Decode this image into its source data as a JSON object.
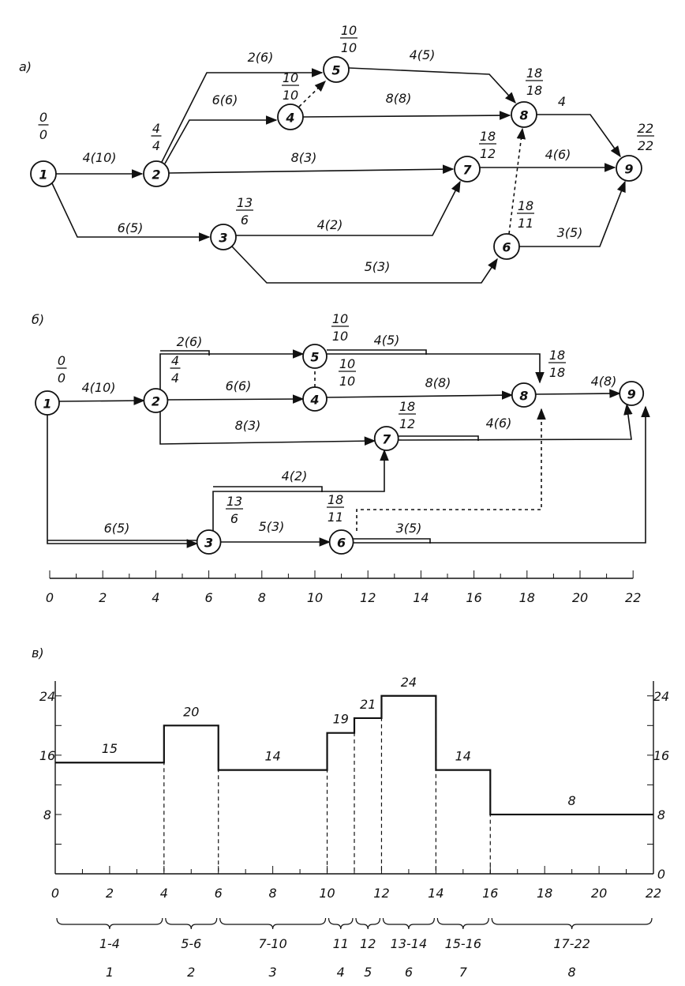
{
  "panel_a": {
    "label": "а)",
    "nodes": [
      {
        "id": "1",
        "top": "0",
        "bottom": "0"
      },
      {
        "id": "2",
        "top": "4",
        "bottom": "4"
      },
      {
        "id": "3",
        "top": "13",
        "bottom": "6"
      },
      {
        "id": "4",
        "top": "10",
        "bottom": "10"
      },
      {
        "id": "5",
        "top": "10",
        "bottom": "10"
      },
      {
        "id": "6",
        "top": "18",
        "bottom": "11"
      },
      {
        "id": "7",
        "top": "18",
        "bottom": "12"
      },
      {
        "id": "8",
        "top": "18",
        "bottom": "18"
      },
      {
        "id": "9",
        "top": "22",
        "bottom": "22"
      }
    ],
    "edges": [
      {
        "from": "1",
        "to": "2",
        "label": "4(10)"
      },
      {
        "from": "1",
        "to": "3",
        "label": "6(5)"
      },
      {
        "from": "2",
        "to": "5",
        "label": "2(6)"
      },
      {
        "from": "2",
        "to": "4",
        "label": "6(6)"
      },
      {
        "from": "2",
        "to": "7",
        "label": "8(3)"
      },
      {
        "from": "4",
        "to": "5",
        "label": "",
        "dashed": true
      },
      {
        "from": "4",
        "to": "8",
        "label": "8(8)"
      },
      {
        "from": "5",
        "to": "8",
        "label": "4(5)"
      },
      {
        "from": "3",
        "to": "7",
        "label": "4(2)"
      },
      {
        "from": "3",
        "to": "6",
        "label": "5(3)"
      },
      {
        "from": "6",
        "to": "8",
        "label": "",
        "dashed": true
      },
      {
        "from": "7",
        "to": "9",
        "label": "4(6)"
      },
      {
        "from": "8",
        "to": "9",
        "label": "4"
      },
      {
        "from": "6",
        "to": "9",
        "label": "3(5)"
      }
    ]
  },
  "panel_b": {
    "label": "б)",
    "node_labels": {
      "1": {
        "top": "0",
        "bottom": "0"
      },
      "2": {
        "top": "4",
        "bottom": "4"
      },
      "3": {
        "top": "13",
        "bottom": "6"
      },
      "4": {
        "top": "10",
        "bottom": "10"
      },
      "5": {
        "top": "10",
        "bottom": "10"
      },
      "6": {
        "top": "18",
        "bottom": "11"
      },
      "7": {
        "top": "18",
        "bottom": "12"
      },
      "8": {
        "top": "18",
        "bottom": "18"
      }
    },
    "edge_labels": [
      "4(10)",
      "2(6)",
      "4(5)",
      "6(6)",
      "8(8)",
      "4(8)",
      "8(3)",
      "4(6)",
      "4(2)",
      "6(5)",
      "5(3)",
      "3(5)"
    ],
    "timescale": [
      0,
      2,
      4,
      6,
      8,
      10,
      12,
      14,
      16,
      18,
      20,
      22
    ]
  },
  "panel_c": {
    "label": "в)",
    "chart_data": {
      "type": "step",
      "x_ticks": [
        0,
        2,
        4,
        6,
        8,
        10,
        12,
        14,
        16,
        18,
        20,
        22
      ],
      "y_ticks": [
        8,
        16,
        24
      ],
      "y_ticks_right": [
        0,
        8,
        16,
        24
      ],
      "xlim": [
        0,
        22
      ],
      "ylim": [
        0,
        26
      ],
      "segments": [
        {
          "x0": 0,
          "x1": 4,
          "value": 15
        },
        {
          "x0": 4,
          "x1": 6,
          "value": 20
        },
        {
          "x0": 6,
          "x1": 10,
          "value": 14
        },
        {
          "x0": 10,
          "x1": 11,
          "value": 19
        },
        {
          "x0": 11,
          "x1": 12,
          "value": 21
        },
        {
          "x0": 12,
          "x1": 14,
          "value": 24
        },
        {
          "x0": 14,
          "x1": 16,
          "value": 14
        },
        {
          "x0": 16,
          "x1": 22,
          "value": 8
        }
      ],
      "intervals": [
        {
          "range": "1-4",
          "num": "1"
        },
        {
          "range": "5-6",
          "num": "2"
        },
        {
          "range": "7-10",
          "num": "3"
        },
        {
          "range": "11",
          "num": "4"
        },
        {
          "range": "12",
          "num": "5"
        },
        {
          "range": "13-14",
          "num": "6"
        },
        {
          "range": "15-16",
          "num": "7"
        },
        {
          "range": "17-22",
          "num": "8"
        }
      ]
    }
  }
}
